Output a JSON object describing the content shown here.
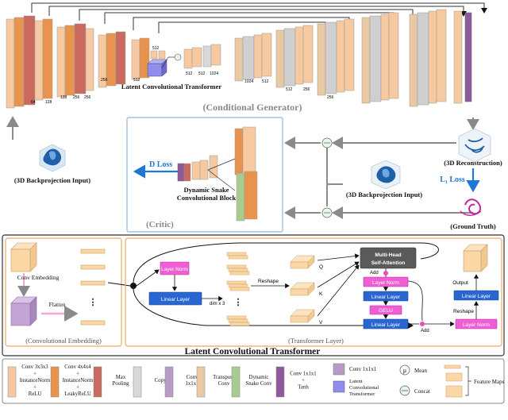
{
  "generator": {
    "title": "(Conditional Generator)",
    "bottleneck_label": "Latent Convolutional Transformer",
    "dim_labels": {
      "enc1_ch": "64",
      "enc1_a": "128",
      "enc2_ch": "128",
      "enc2_a": "256",
      "enc2_b": "256",
      "enc3_ch": "256",
      "enc4_ch": "512",
      "enc4_b": "512",
      "bot_ch": "512",
      "bot_b": "512",
      "bot_c": "1024",
      "dec1_ch": "1024",
      "dec1_b": "512",
      "dec2_ch": "512",
      "dec2_b": "256",
      "dec3_ch": "256"
    }
  },
  "inputs": {
    "backprojection_left": "(3D Backprojection Input)",
    "reconstruction": "(3D Reconstruction)",
    "backprojection_mid": "(3D Backprojection Input)",
    "ground_truth": "(Ground Truth)",
    "l1_loss": "L₁ Loss"
  },
  "critic": {
    "title": "(Critic)",
    "d_loss": "D Loss",
    "block_label_1": "Dynamic Snake",
    "block_label_2": "Convolutional Block"
  },
  "lct": {
    "title": "Latent Convolutional Transformer",
    "conv_embedding_title": "(Convolutional Embedding)",
    "conv_embedding": "Conv Embedding",
    "flatten": "Flatten",
    "transformer_title": "(Transformer Layer)",
    "layer_norm": "Layer Norm",
    "linear_layer": "Linear Layer",
    "dim_x3": "dim x 3",
    "reshape": "Reshape",
    "q": "Q",
    "k": "K",
    "v": "V",
    "mhsa_1": "Multi-Head",
    "mhsa_2": "Self-Attention",
    "add": "Add",
    "gelu": "GELU",
    "output": "Output"
  },
  "legend": {
    "items": [
      {
        "lines": [
          "Conv 3x3x3",
          "+",
          "InstanceNorm",
          "+",
          "ReLU"
        ]
      },
      {
        "lines": [
          "Conv 4x4x4",
          "+",
          "InstanceNorm",
          "+",
          "LeakyReLU"
        ]
      },
      {
        "lines": [
          "Max",
          "Pooling"
        ]
      },
      {
        "lines": [
          "Copy"
        ]
      },
      {
        "lines": [
          "Conv",
          "1x1x1"
        ]
      },
      {
        "lines": [
          "Transpose",
          "Conv"
        ]
      },
      {
        "lines": [
          "Dynamic",
          "Snake Conv"
        ]
      },
      {
        "lines": [
          "Conv 1x1x1",
          "+",
          "Tanh"
        ]
      }
    ],
    "conv111": "Conv 1x1x1",
    "latent_1": "Latent",
    "latent_2": "Convolutional",
    "latent_3": "Transformer",
    "mean": "Mean",
    "concat": "Concat",
    "mean_sym": "μ",
    "feature_maps": "Feature Maps"
  },
  "colors": {
    "conv_block": "#f6c9a0",
    "conv_block_dark": "#e8944e",
    "maxpool": "#c96a5e",
    "copy": "#d8d8d8",
    "conv111": "#b79ac7",
    "transpose": "#e9c9a3",
    "snake": "#a8cc90",
    "tanh": "#8e5a9c",
    "layer_norm": "#ef5fd3",
    "linear": "#2a66d1",
    "l1_blue": "#1f77d4"
  }
}
